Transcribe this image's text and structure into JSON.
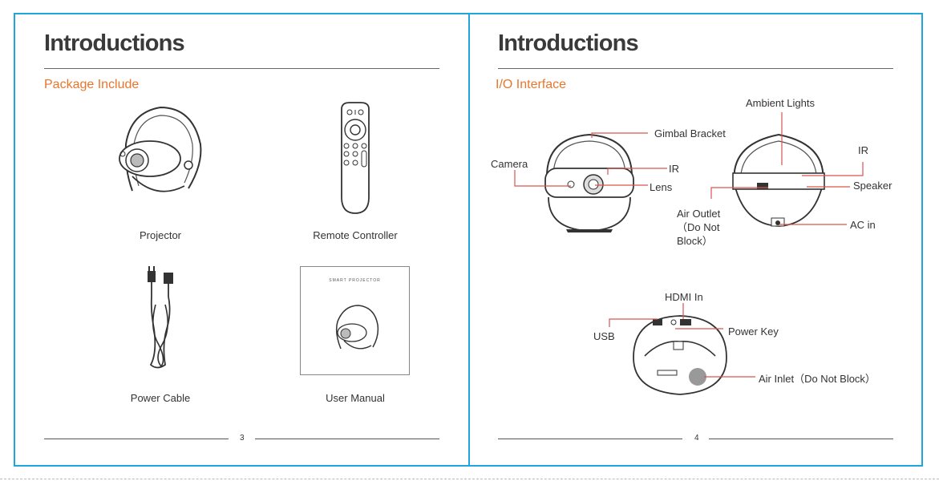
{
  "left_page": {
    "title": "Introductions",
    "subtitle": "Package Include",
    "items": [
      {
        "label": "Projector"
      },
      {
        "label": "Remote Controller"
      },
      {
        "label": "Power Cable"
      },
      {
        "label": "User Manual"
      }
    ],
    "manual_cover_text": "SMART PROJECTOR",
    "page_number": "3"
  },
  "right_page": {
    "title": "Introductions",
    "subtitle": "I/O Interface",
    "callouts": {
      "ambient_lights": "Ambient Lights",
      "gimbal_bracket": "Gimbal Bracket",
      "ir_right": "IR",
      "camera": "Camera",
      "ir_front": "IR",
      "lens": "Lens",
      "speaker": "Speaker",
      "air_outlet_1": "Air Outlet",
      "air_outlet_2": "（Do Not",
      "air_outlet_3": "Block）",
      "ac_in": "AC in",
      "hdmi_in": "HDMI In",
      "usb": "USB",
      "power_key": "Power Key",
      "air_inlet": "Air Inlet（Do Not Block）"
    },
    "page_number": "4"
  },
  "colors": {
    "border": "#1fa6dc",
    "accent": "#e8762d",
    "callout_line": "#d9534f"
  }
}
